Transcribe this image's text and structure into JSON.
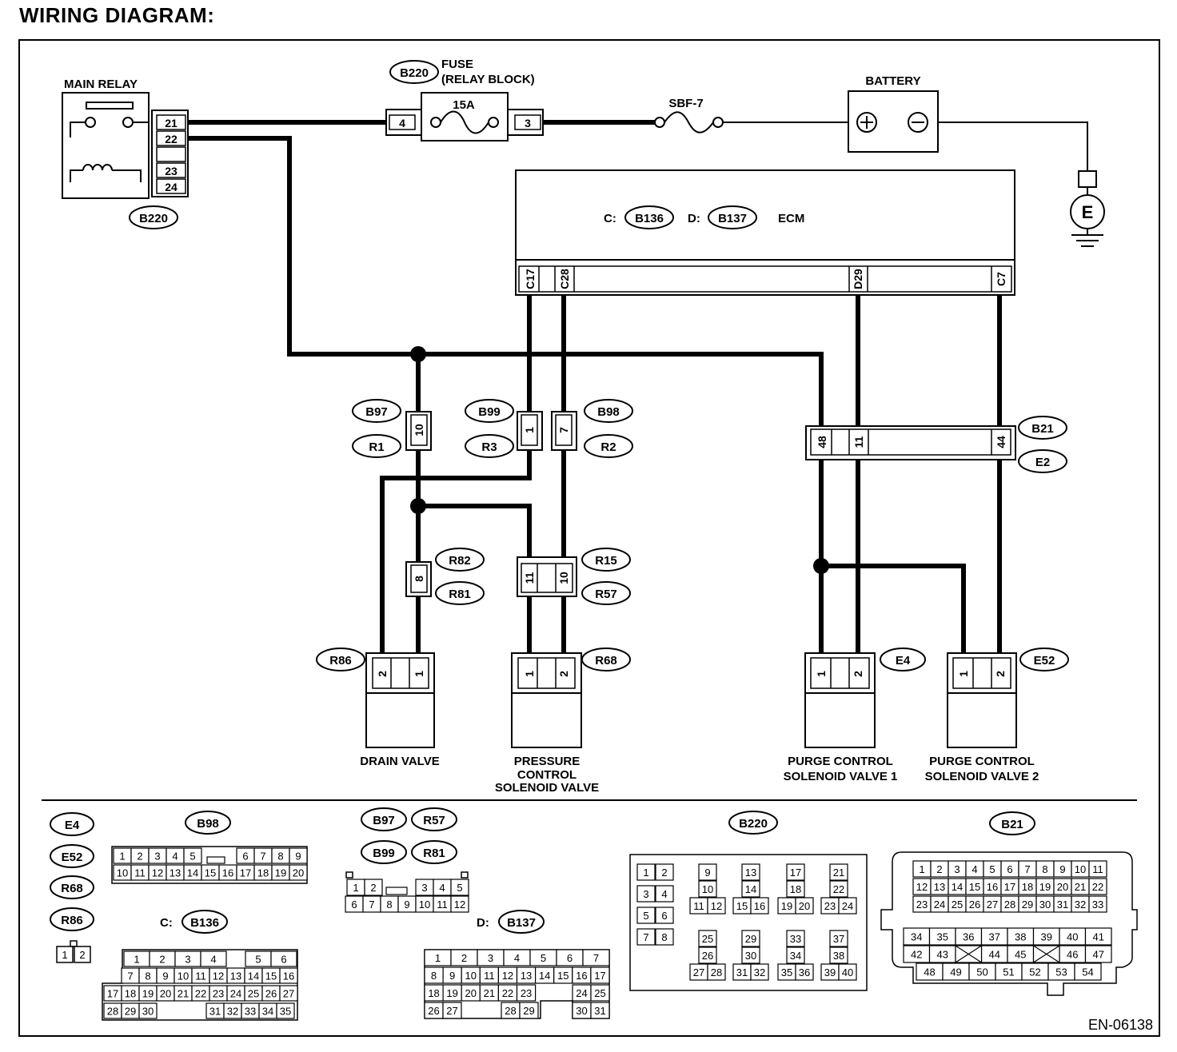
{
  "title": "WIRING DIAGRAM:",
  "doc_id": "EN-06138",
  "components": {
    "main_relay": "MAIN RELAY",
    "fuse_line1": "FUSE",
    "fuse_line2": "(RELAY BLOCK)",
    "fuse_rating": "15A",
    "sbf": "SBF-7",
    "battery": "BATTERY",
    "ground": "E",
    "ecm": "ECM",
    "ecm_c_prefix": "C:",
    "ecm_d_prefix": "D:",
    "drain_valve": "DRAIN VALVE",
    "pcsv": [
      "PRESSURE",
      "CONTROL",
      "SOLENOID VALVE"
    ],
    "purge1": [
      "PURGE CONTROL",
      "SOLENOID VALVE 1"
    ],
    "purge2": [
      "PURGE CONTROL",
      "SOLENOID VALVE 2"
    ]
  },
  "connectors": {
    "b220": "B220",
    "b136": "B136",
    "b137": "B137",
    "b97": "B97",
    "r1": "R1",
    "b99": "B99",
    "r3": "R3",
    "b98": "B98",
    "r2": "R2",
    "b21": "B21",
    "e2": "E2",
    "r82": "R82",
    "r81": "R81",
    "r15": "R15",
    "r57": "R57",
    "r86": "R86",
    "r68": "R68",
    "e4": "E4",
    "e52": "E52"
  },
  "pins": {
    "relay": [
      "21",
      "22",
      "23",
      "24"
    ],
    "fuse_in": "4",
    "fuse_out": "3",
    "ecm_c17": "C17",
    "ecm_c28": "C28",
    "ecm_d29": "D29",
    "ecm_c7": "C7",
    "b97_pin": "10",
    "b99_pin": "1",
    "b98_pin": "7",
    "b21_pins": [
      "48",
      "11",
      "44"
    ],
    "r82_pin": "8",
    "r15_pins": [
      "11",
      "10"
    ],
    "r86_pins": [
      "2",
      "1"
    ],
    "r68_pins": [
      "1",
      "2"
    ],
    "e4_pins": [
      "1",
      "2"
    ],
    "e52_pins": [
      "1",
      "2"
    ]
  },
  "legend": {
    "e4": "E4",
    "e52": "E52",
    "r68": "R68",
    "r86": "R86",
    "two_pin": [
      "1",
      "2"
    ],
    "b98": "B98",
    "b98_row1": [
      "1",
      "2",
      "3",
      "4",
      "5",
      "6",
      "7",
      "8",
      "9"
    ],
    "b98_row2": [
      "10",
      "11",
      "12",
      "13",
      "14",
      "15",
      "16",
      "17",
      "18",
      "19",
      "20"
    ],
    "c_prefix": "C:",
    "b136": "B136",
    "b136_row1": [
      "1",
      "2",
      "3",
      "4",
      "5",
      "6"
    ],
    "b136_row2": [
      "7",
      "8",
      "9",
      "10",
      "11",
      "12",
      "13",
      "14",
      "15",
      "16"
    ],
    "b136_row3": [
      "17",
      "18",
      "19",
      "20",
      "21",
      "22",
      "23",
      "24",
      "25",
      "26",
      "27"
    ],
    "b136_row4": [
      "28",
      "29",
      "30",
      "31",
      "32",
      "33",
      "34",
      "35"
    ],
    "b97": "B97",
    "r57": "R57",
    "b99": "B99",
    "r81": "R81",
    "twelve_row1": [
      "1",
      "2",
      "3",
      "4",
      "5"
    ],
    "twelve_row2": [
      "6",
      "7",
      "8",
      "9",
      "10",
      "11",
      "12"
    ],
    "d_prefix": "D:",
    "b137": "B137",
    "b137_row1": [
      "1",
      "2",
      "3",
      "4",
      "5",
      "6",
      "7"
    ],
    "b137_row2": [
      "8",
      "9",
      "10",
      "11",
      "12",
      "13",
      "14",
      "15",
      "16",
      "17"
    ],
    "b137_row3": [
      "18",
      "19",
      "20",
      "21",
      "22",
      "23",
      "24",
      "25"
    ],
    "b137_row4": [
      "26",
      "27",
      "28",
      "29",
      "30",
      "31"
    ],
    "b220": "B220",
    "b220_cells": [
      "1",
      "2",
      "3",
      "4",
      "5",
      "6",
      "7",
      "8",
      "9",
      "10",
      "11",
      "12",
      "13",
      "14",
      "15",
      "16",
      "17",
      "18",
      "19",
      "20",
      "21",
      "22",
      "23",
      "24",
      "25",
      "26",
      "27",
      "28",
      "29",
      "30",
      "31",
      "32",
      "33",
      "34",
      "35",
      "36",
      "37",
      "38",
      "39",
      "40"
    ],
    "b21": "B21",
    "b21_row1": [
      "1",
      "2",
      "3",
      "4",
      "5",
      "6",
      "7",
      "8",
      "9",
      "10",
      "11"
    ],
    "b21_row2": [
      "12",
      "13",
      "14",
      "15",
      "16",
      "17",
      "18",
      "19",
      "20",
      "21",
      "22"
    ],
    "b21_row3": [
      "23",
      "24",
      "25",
      "26",
      "27",
      "28",
      "29",
      "30",
      "31",
      "32",
      "33"
    ],
    "b21_row4": [
      "34",
      "35",
      "36",
      "37",
      "38",
      "39",
      "40",
      "41"
    ],
    "b21_row5": [
      "42",
      "43",
      "44",
      "45",
      "46",
      "47"
    ],
    "b21_row6": [
      "48",
      "49",
      "50",
      "51",
      "52",
      "53",
      "54"
    ]
  }
}
